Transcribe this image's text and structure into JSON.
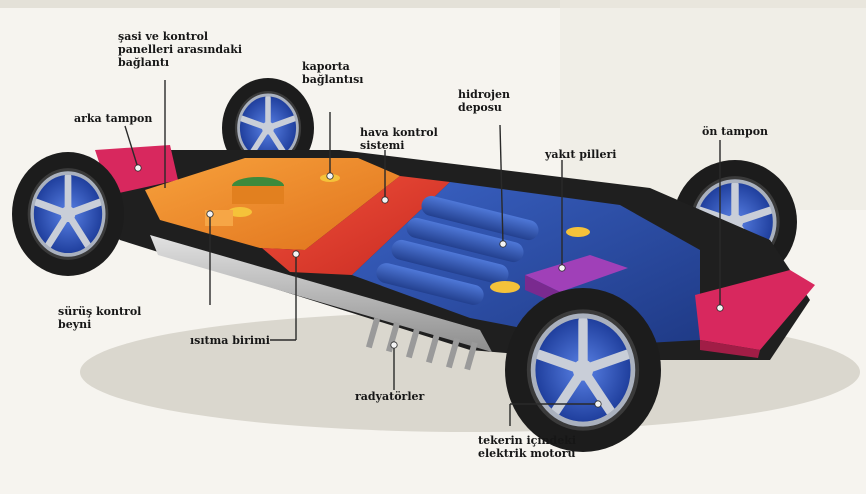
{
  "labels": {
    "chassis_link": "şasi ve kontrol\npanelleri arasındaki\nbağlantı",
    "body_link": "kaporta\nbağlantısı",
    "rear_bumper": "arka tampon",
    "hydrogen_tank": "hidrojen\ndeposu",
    "air_control": "hava kontrol\nsistemi",
    "front_bumper": "ön tampon",
    "fuel_cells": "yakıt pilleri",
    "drive_brain": "sürüş kontrol\nbeyni",
    "heating_unit": "ısıtma birimi",
    "radiators": "radyatörler",
    "wheel_motor": "tekerin içindeki\nelektrik motoru"
  },
  "colors": {
    "background": "#f6f4ef",
    "tire": "#1c1c1c",
    "rim": "#b9bfcb",
    "hub": "#2f57c8",
    "chassis": "#1f1f1f",
    "blue_panel": "#2c4fa8",
    "orange_panel": "#f08a2a",
    "red_panel": "#e23a2c",
    "pink_bumper": "#d8285e",
    "purple_cells": "#a040b8",
    "radiator": "#bdbdbd",
    "leader": "#2a2a2a",
    "text": "#161616"
  }
}
